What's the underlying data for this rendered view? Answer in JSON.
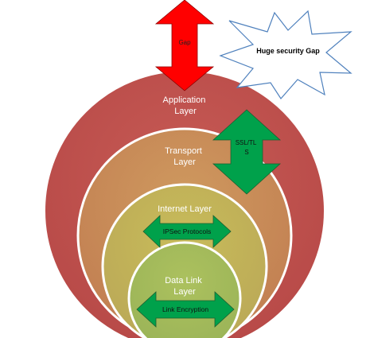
{
  "layers": {
    "application": [
      "Application",
      "Layer"
    ],
    "transport": [
      "Transport",
      "Layer"
    ],
    "internet": "Internet Layer",
    "data_link": [
      "Data Link",
      "Layer"
    ]
  },
  "arrows": {
    "gap": "Gap",
    "ssl_tls": [
      "SSL/TL",
      "S"
    ],
    "ipsec": "IPSec Protocols",
    "link_encryption": "Link Encryption"
  },
  "callout": "Huge security Gap",
  "colors": {
    "application_layer": "#c0504d",
    "transport_layer": "#c98a58",
    "internet_layer": "#c2b65a",
    "data_link_layer": "#a5bb5c",
    "ring_border": "#ffffff",
    "gap_arrow": "#ff0000",
    "protocol_arrows": "#00a14b",
    "arrow_outline": "#404040",
    "callout_fill": "#ffffff",
    "callout_stroke": "#4f81bd"
  }
}
